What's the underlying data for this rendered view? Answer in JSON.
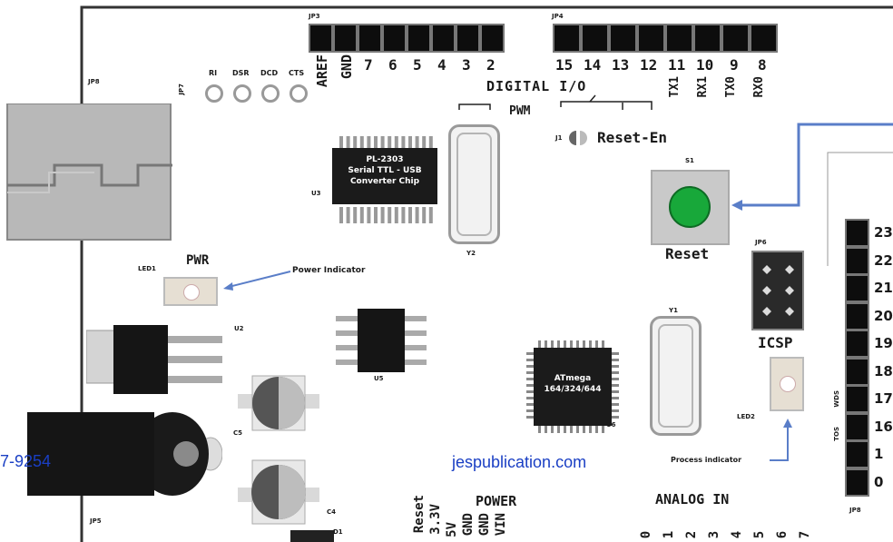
{
  "headers": {
    "jp3": "JP3",
    "jp4": "JP4",
    "jp6": "JP6",
    "jp7": "JP7",
    "jp8": "JP8",
    "jp5": "JP5"
  },
  "jp3_pins": [
    "AREF",
    "GND",
    "7",
    "6",
    "5",
    "4",
    "3",
    "2"
  ],
  "jp4_pins": [
    "15",
    "14",
    "13",
    "12",
    "11",
    "10",
    "9",
    "8"
  ],
  "jp4_extra": [
    "TX1",
    "RX1",
    "TX0",
    "RX0"
  ],
  "digital_io": "DIGITAL I/O",
  "pwm": "PWM",
  "jp7_labels": [
    "RI",
    "DSR",
    "DCD",
    "CTS"
  ],
  "jumper": {
    "id": "J1",
    "label": "Reset-En"
  },
  "usb_chip": {
    "id": "U3",
    "line1": "PL-2303",
    "line2": "Serial TTL - USB",
    "line3": "Converter Chip"
  },
  "crystal_y2": "Y2",
  "crystal_y1": "Y1",
  "reset_switch": {
    "id": "S1",
    "label": "Reset"
  },
  "pwr": {
    "led_id": "LED1",
    "label": "PWR",
    "annotation": "Power Indicator"
  },
  "regulator": "U2",
  "ic_u5": "U5",
  "mcu": {
    "id": "U6",
    "line1": "ATmega",
    "line2": "164/324/644"
  },
  "icsp": "ICSP",
  "led2": {
    "id": "LED2",
    "annotation": "Process indicator"
  },
  "capacitors": {
    "c5": "C5",
    "c4": "C4",
    "d1": "D1"
  },
  "right_header_pins": [
    "23",
    "22",
    "21",
    "20",
    "19",
    "18",
    "17",
    "16",
    "1",
    "0"
  ],
  "right_header_side": [
    "TOS",
    "WDS"
  ],
  "right_header_id": "JP8",
  "power_section": {
    "title": "POWER",
    "pins": [
      "Reset",
      "3.3V",
      "5V",
      "GND",
      "GND",
      "VIN"
    ]
  },
  "analog_section": {
    "title": "ANALOG IN",
    "pins": [
      "0",
      "1",
      "2",
      "3",
      "4",
      "5",
      "6",
      "7"
    ]
  },
  "left_partial_text": "7-9254",
  "website": "jespublication.com",
  "colors": {
    "arrow": "#5a7ec8",
    "link": "#1a3fc4",
    "led_green": "#18a83a",
    "chip": "#1b1b1b"
  }
}
